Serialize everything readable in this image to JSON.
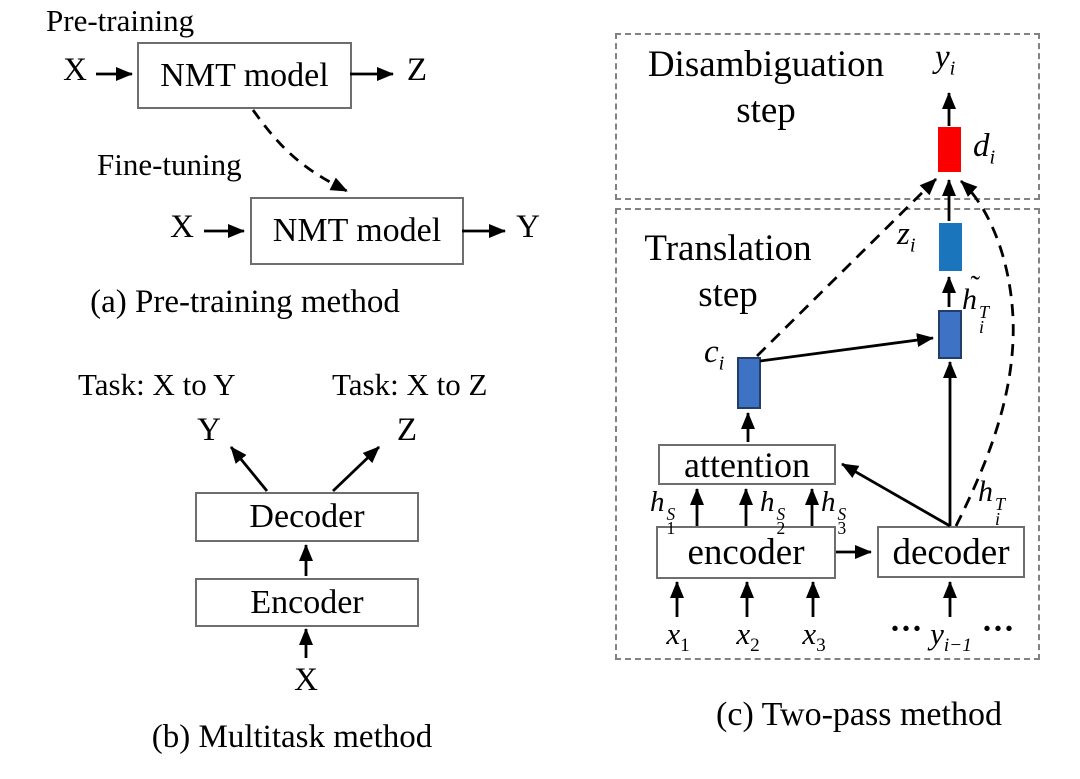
{
  "panel_a": {
    "pretraining_label": "Pre-training",
    "finetuning_label": "Fine-tuning",
    "nmt_box_top_label": "NMT model",
    "nmt_box_bottom_label": "NMT model",
    "top_input": "X",
    "top_output": "Z",
    "bottom_input": "X",
    "bottom_output": "Y",
    "caption": "(a) Pre-training method"
  },
  "panel_b": {
    "task_left": "Task: X to Y",
    "task_right": "Task: X to Z",
    "out_left": "Y",
    "out_right": "Z",
    "decoder_label": "Decoder",
    "encoder_label": "Encoder",
    "input_label": "X",
    "caption": "(b) Multitask method"
  },
  "panel_c": {
    "disambiguation_line1": "Disambiguation",
    "disambiguation_line2": "step",
    "translation_line1": "Translation",
    "translation_line2": "step",
    "attention_label": "attention",
    "encoder_label": "encoder",
    "decoder_label": "decoder",
    "caption": "(c) Two-pass method",
    "colors": {
      "d_box": "#fb0000",
      "z_box": "#1b75bc",
      "context_box": "#3d72c4",
      "context_box_border": "#223d66"
    },
    "math": {
      "y_i": {
        "base": "y",
        "sub": "i"
      },
      "d_i": {
        "base": "d",
        "sub": "i"
      },
      "z_i": {
        "base": "z",
        "sub": "i"
      },
      "h_tilde_i_T": {
        "tilde": "˜",
        "base": "h",
        "sup": "T",
        "sub": "i"
      },
      "c_i": {
        "base": "c",
        "sub": "i"
      },
      "h_1_S": {
        "base": "h",
        "sup": "S",
        "sub": "1"
      },
      "h_2_S": {
        "base": "h",
        "sup": "S",
        "sub": "2"
      },
      "h_3_S": {
        "base": "h",
        "sup": "S",
        "sub": "3"
      },
      "h_i_T": {
        "base": "h",
        "sup": "T",
        "sub": "i"
      },
      "x_1": {
        "base": "x",
        "sub": "1"
      },
      "x_2": {
        "base": "x",
        "sub": "2"
      },
      "x_3": {
        "base": "x",
        "sub": "3"
      },
      "y_i_minus_1": {
        "base": "y",
        "sub": "i−1"
      },
      "dots_left": "···",
      "dots_right": "···"
    }
  }
}
